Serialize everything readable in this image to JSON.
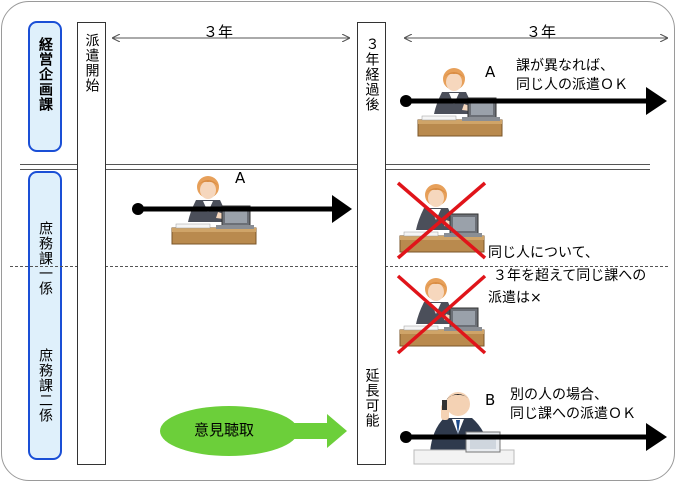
{
  "departments": {
    "keiei": "経営企画課",
    "shomu1": "庶務課一係",
    "shomu2": "庶務課二係"
  },
  "pillars": {
    "start": "派遣開始",
    "after3": "３年経過後",
    "extend": "延長可能"
  },
  "spans": {
    "left": "３年",
    "right": "３年"
  },
  "markers": {
    "a_top": "A",
    "a_mid": "A",
    "b": "B"
  },
  "notes": {
    "keiei_line1": "課が異なれば、",
    "keiei_line2": "同じ人の派遣ＯＫ",
    "deny_line1": "同じ人について、",
    "deny_line2": "３年を超えて同じ課への",
    "deny_line3": "派遣は×",
    "other_line1": "別の人の場合、",
    "other_line2": "同じ課への派遣ＯＫ"
  },
  "consultation": "意見聴取",
  "colors": {
    "dept_border": "#1a4fd6",
    "dept_fill": "#dff0fb",
    "cross": "#e0141a",
    "ellipse": "#6ccf3a",
    "arrow_green": "#6ccf3a"
  }
}
